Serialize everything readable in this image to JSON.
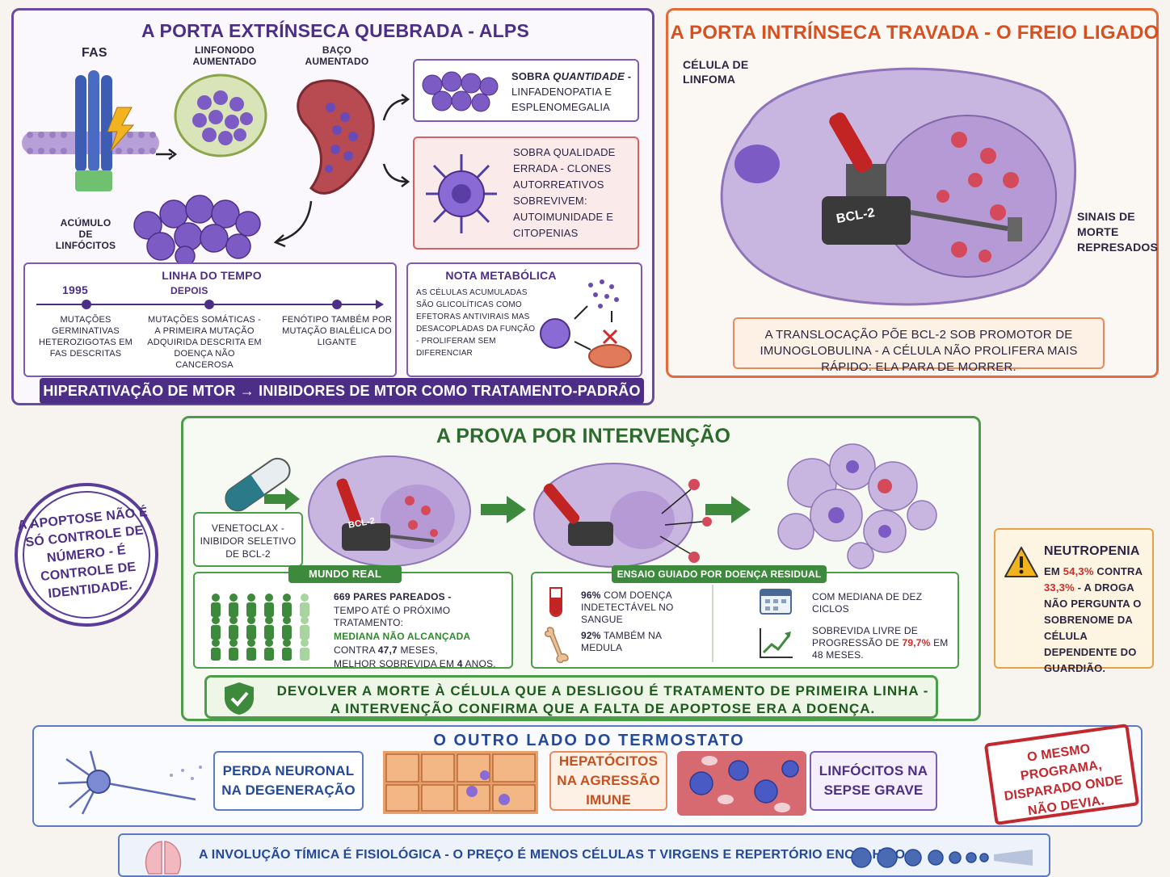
{
  "panel1": {
    "title": "A PORTA EXTRÍNSECA QUEBRADA - ALPS",
    "fas": "FAS",
    "linfonodo": "LINFONODO AUMENTADO",
    "baco": "BAÇO AUMENTADO",
    "acumulo": "ACÚMULO DE LINFÓCITOS",
    "quantidade": {
      "prefix": "SOBRA ",
      "emph": "QUANTIDADE",
      "suffix": " -",
      "rest": "LINFADENOPATIA E ESPLENOMEGALIA"
    },
    "qualidade": "SOBRA QUALIDADE ERRADA - CLONES AUTORREATIVOS SOBREVIVEM: AUTOIMUNIDADE E CITOPENIAS",
    "timeline": {
      "title": "LINHA DO TEMPO",
      "year": "1995",
      "depois": "DEPOIS",
      "items": [
        "MUTAÇÕES GERMINATIVAS HETEROZIGOTAS EM FAS DESCRITAS",
        "MUTAÇÕES SOMÁTICAS - A PRIMEIRA MUTAÇÃO ADQUIRIDA DESCRITA EM DOENÇA NÃO CANCEROSA",
        "FENÓTIPO TAMBÉM POR MUTAÇÃO BIALÉLICA DO LIGANTE"
      ]
    },
    "nota": {
      "title": "NOTA METABÓLICA",
      "text": "AS CÉLULAS ACUMULADAS SÃO GLICOLÍTICAS COMO EFETORAS ANTIVIRAIS MAS DESACOPLADAS DA FUNÇÃO - PROLIFERAM SEM DIFERENCIAR"
    },
    "mtor": "HIPERATIVAÇÃO DE mTOR → INIBIDORES DE mTOR COMO TRATAMENTO-PADRÃO"
  },
  "panel2": {
    "title": "A PORTA INTRÍNSECA TRAVADA - O FREIO LIGADO",
    "celula": "CÉLULA DE LINFOMA",
    "bcl2": "BCL-2",
    "sinais": "SINAIS DE MORTE REPRESADOS",
    "caption": "A TRANSLOCAÇÃO PÕE BCL-2 SOB PROMOTOR DE IMUNOGLOBULINA - A CÉLULA NÃO PROLIFERA MAIS RÁPIDO: ELA PARA DE MORRER."
  },
  "stamp": "A APOPTOSE NÃO É SÓ CONTROLE DE NÚMERO - É CONTROLE DE IDENTIDADE.",
  "panel3": {
    "title": "A PROVA POR INTERVENÇÃO",
    "veneto": "VENETOCLAX - INIBIDOR SELETIVO DE BCL-2",
    "bcl2": "BCL-2",
    "mundo": {
      "tab": "MUNDO REAL",
      "l1": "669 PARES PAREADOS -",
      "l2": "TEMPO ATÉ O PRÓXIMO TRATAMENTO:",
      "l3": "MEDIANA NÃO ALCANÇADA",
      "l4a": "CONTRA ",
      "l4b": "47,7",
      "l4c": " MESES,",
      "l5a": "MELHOR SOBREVIDA EM ",
      "l5b": "4",
      "l5c": " ANOS."
    },
    "ensaio": {
      "tab": "ENSAIO GUIADO POR DOENÇA RESIDUAL",
      "s1a": "96%",
      "s1b": " COM DOENÇA INDETECTÁVEL NO SANGUE",
      "s2a": "92%",
      "s2b": " TAMBÉM NA MEDULA",
      "s3": "COM MEDIANA DE DEZ CICLOS",
      "s4a": "SOBREVIDA LIVRE DE PROGRESSÃO DE ",
      "s4b": "79,7%",
      "s4c": " EM 48 MESES."
    },
    "banner": "DEVOLVER A MORTE À CÉLULA QUE A DESLIGOU É TRATAMENTO DE PRIMEIRA LINHA - A INTERVENÇÃO CONFIRMA QUE A FALTA DE APOPTOSE ERA A DOENÇA."
  },
  "neutro": {
    "title": "NEUTROPENIA",
    "pre": "EM ",
    "v1": "54,3%",
    "mid": " CONTRA ",
    "v2": "33,3%",
    "post": " - A DROGA NÃO PERGUNTA O SOBRENOME DA CÉLULA DEPENDENTE DO GUARDIÃO."
  },
  "panel4": {
    "title": "O OUTRO LADO DO TERMOSTATO",
    "perda": "PERDA NEURONAL NA DEGENERAÇÃO",
    "hepato": "HEPATÓCITOS NA AGRESSÃO IMUNE",
    "linfo": "LINFÓCITOS NA SEPSE GRAVE",
    "stamp": "O MESMO PROGRAMA, DISPARADO ONDE NÃO DEVIA."
  },
  "bottom": "A INVOLUÇÃO TÍMICA É FISIOLÓGICA - O PREÇO É MENOS CÉLULAS T VIRGENS E REPERTÓRIO ENCOLHIDO.",
  "colors": {
    "purple": "#4d2e86",
    "orange": "#d8501f",
    "green": "#2d6b2c",
    "blue": "#24489a",
    "red": "#c2282e"
  }
}
